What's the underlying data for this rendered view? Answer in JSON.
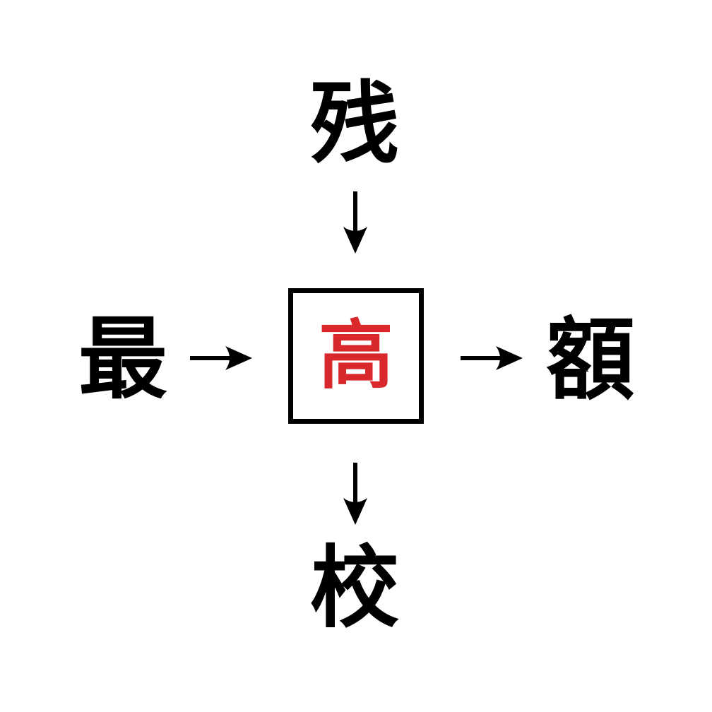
{
  "puzzle": {
    "description": "kanji-compound-puzzle",
    "center": {
      "char": "高",
      "color": "#d8282c",
      "boxed": true
    },
    "top": "残",
    "left": "最",
    "right": "額",
    "bottom": "校",
    "arrows": [
      {
        "name": "top-to-center",
        "direction": "down"
      },
      {
        "name": "left-to-center",
        "direction": "right"
      },
      {
        "name": "center-to-right",
        "direction": "right"
      },
      {
        "name": "center-to-bottom",
        "direction": "down"
      }
    ],
    "colors": {
      "ink": "#000000",
      "background": "#ffffff",
      "answer_red": "#d8282c"
    }
  }
}
